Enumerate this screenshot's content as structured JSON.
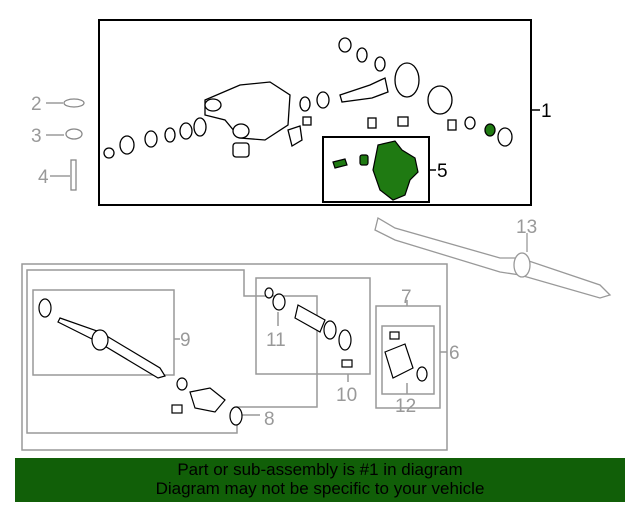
{
  "callouts": {
    "c1": "1",
    "c2": "2",
    "c3": "3",
    "c4": "4",
    "c5": "5",
    "c6": "6",
    "c7": "7",
    "c8": "8",
    "c9": "9",
    "c10": "10",
    "c11": "11",
    "c12": "12",
    "c13": "13"
  },
  "banner": {
    "line1": "Part or sub-assembly is #1 in diagram",
    "line2": "Diagram may not be specific to your vehicle"
  },
  "colors": {
    "banner": "#115f08",
    "highlight": "#1f7a12",
    "gray": "#999999"
  }
}
